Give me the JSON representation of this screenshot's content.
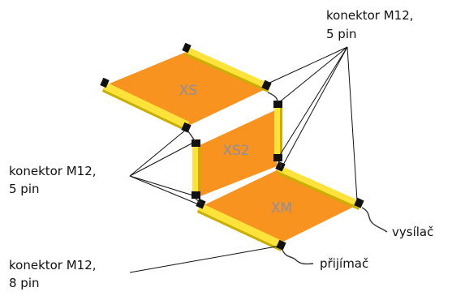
{
  "panels": {
    "xs": "XS",
    "xs2": "XS2",
    "xm": "XM"
  },
  "labels": {
    "connector_top_line1": "konektor M12,",
    "connector_top_line2": "5 pin",
    "connector_left_line1": "konektor M12,",
    "connector_left_line2": "5 pin",
    "connector_bottom_line1": "konektor M12,",
    "connector_bottom_line2": "8 pin",
    "transmitter": "vysílač",
    "receiver": "přijímač"
  },
  "colors": {
    "panel_fill": "#f7931e",
    "bar_yellow": "#ffe33a",
    "cap": "#111111"
  }
}
